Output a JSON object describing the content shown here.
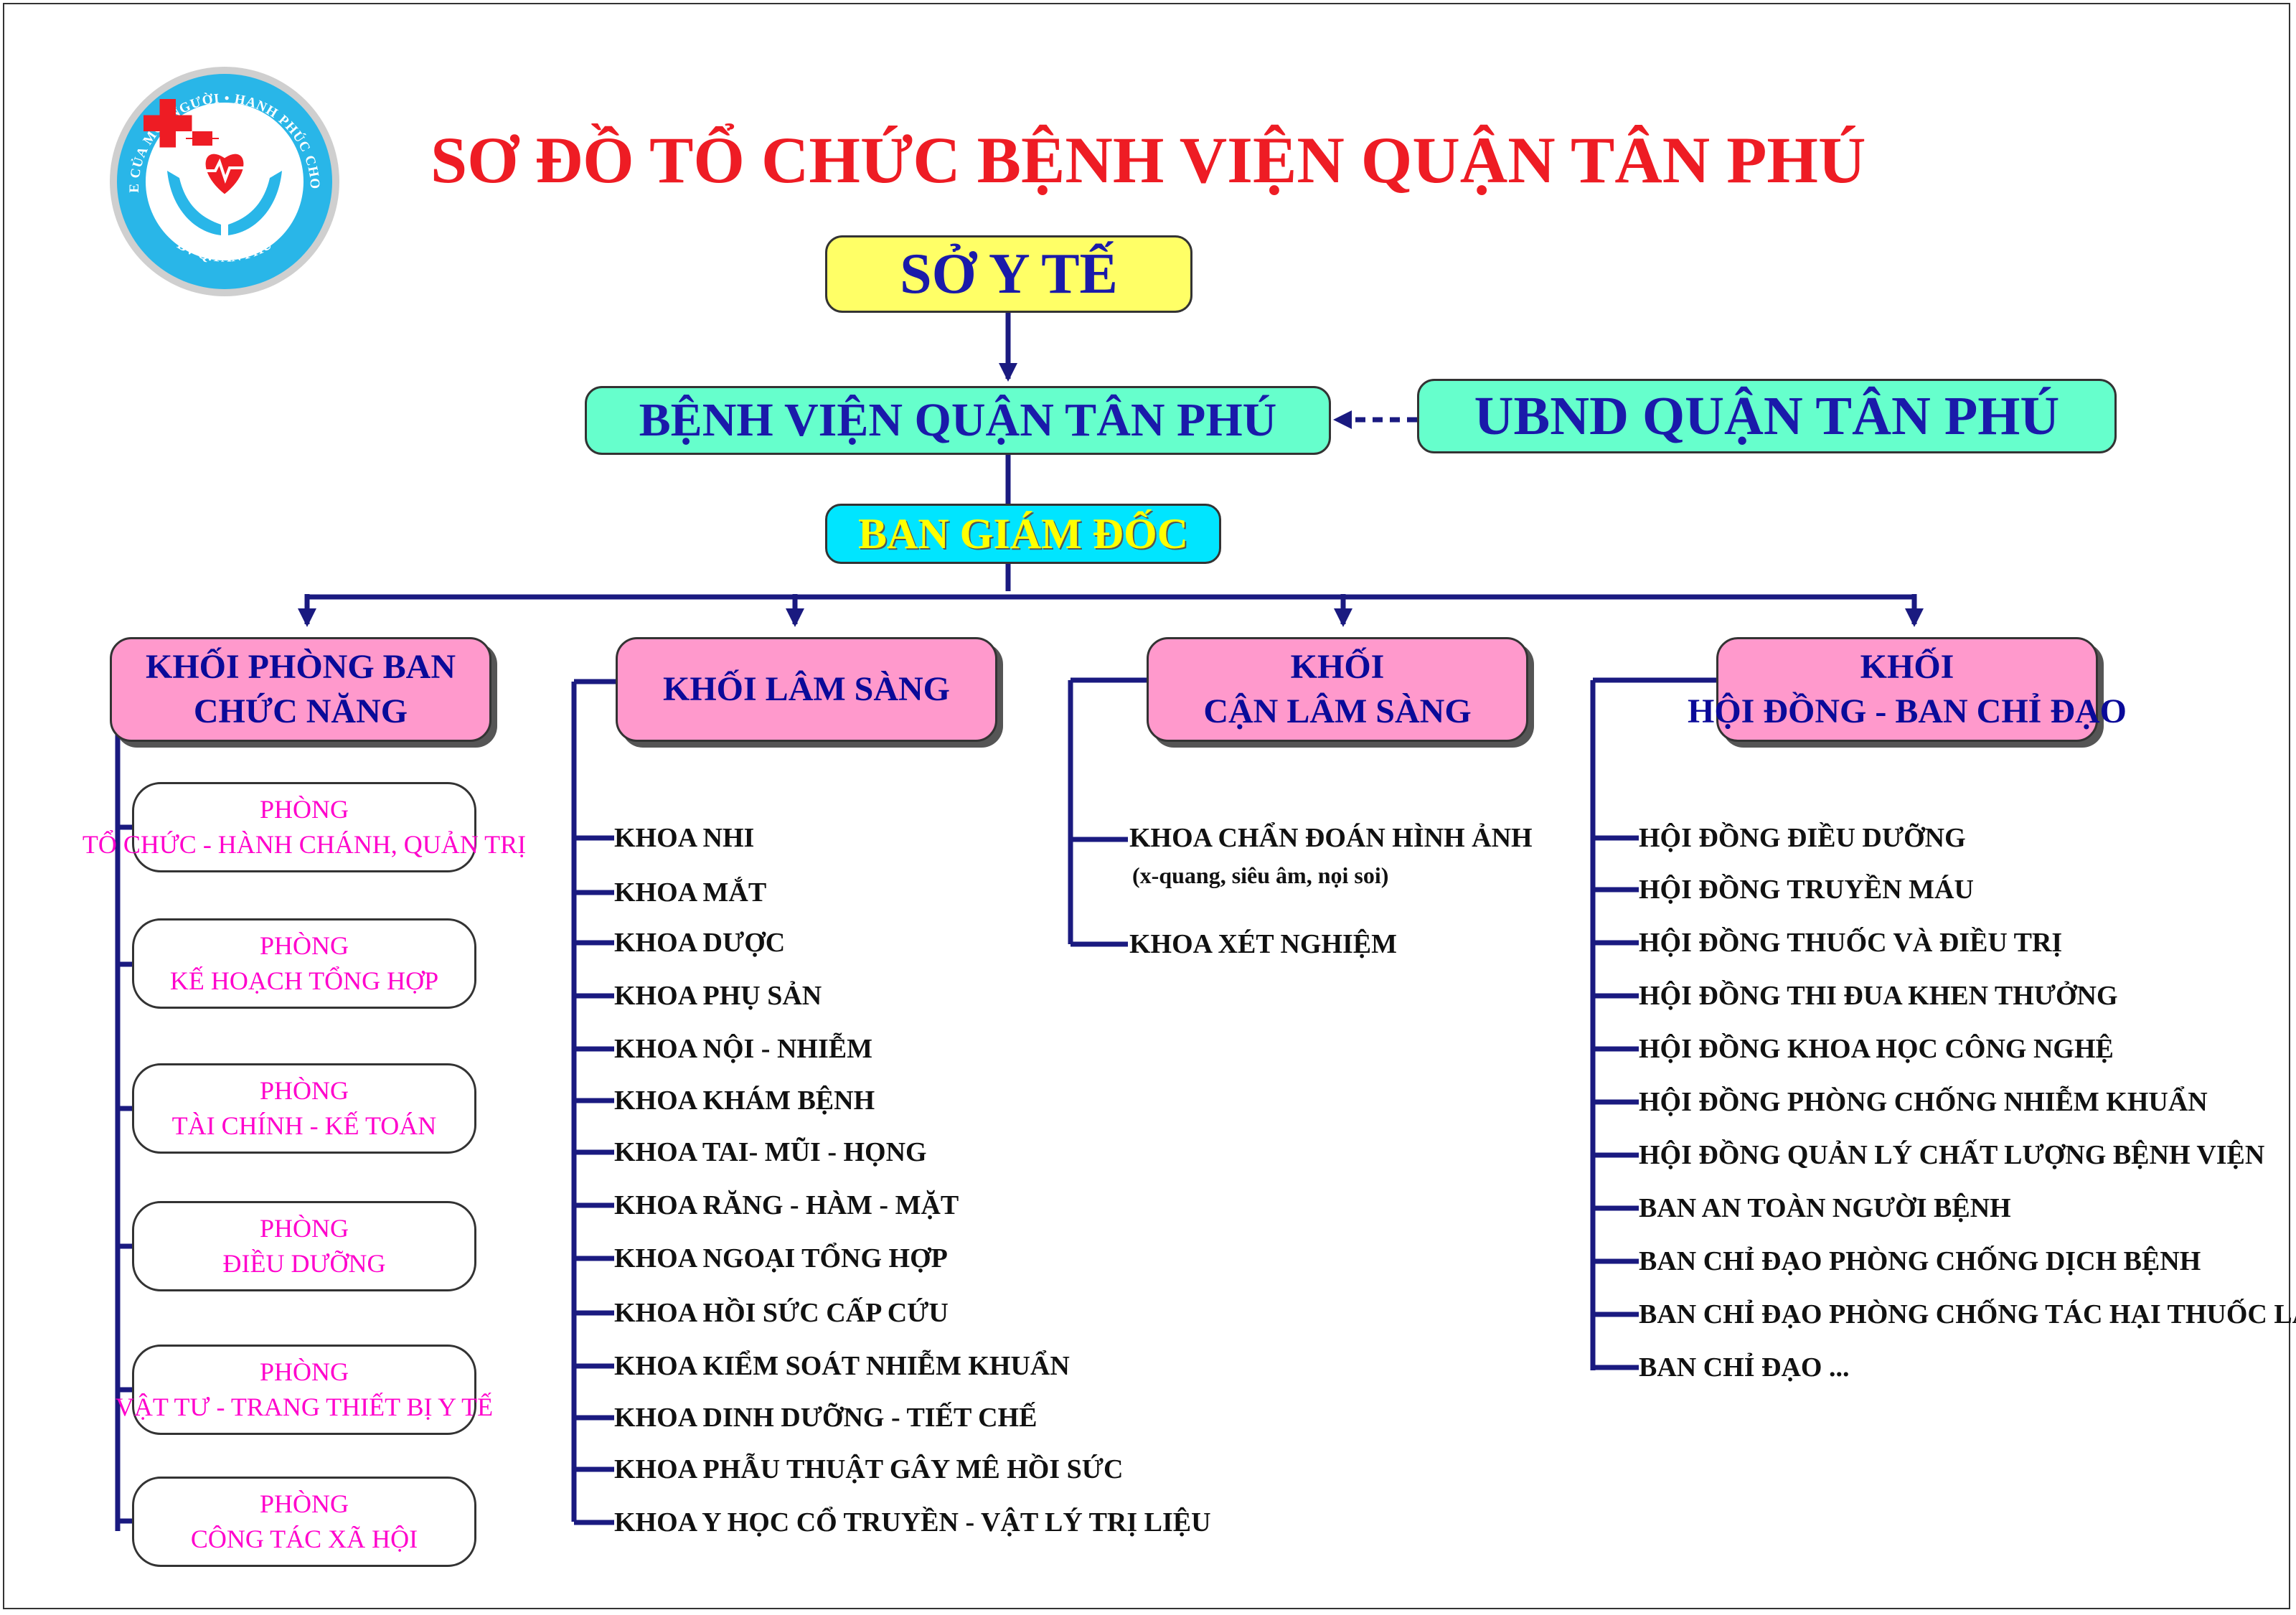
{
  "title": "SƠ ĐỒ TỔ CHỨC BỆNH VIỆN QUẬN TÂN PHÚ",
  "logo": {
    "ring_text_top": "SỨC KHỎE CỦA MỌI NGƯỜI • HẠNH PHÚC CHO MỌI NHÀ",
    "ring_text_bottom": "BV Q.TÂN PHÚ",
    "icon": "hands-heart-cross-icon",
    "colors": {
      "ring": "#29b6e8",
      "hands": "#29b6e8",
      "cross": "#ee1c24"
    }
  },
  "top": {
    "so_y_te": "SỞ Y TẾ",
    "benh_vien": "BỆNH VIỆN QUẬN TÂN PHÚ",
    "ubnd": "UBND QUẬN TÂN PHÚ",
    "ban_giam_doc": "BAN GIÁM ĐỐC"
  },
  "blocks": {
    "phong_ban": {
      "title_line1": "KHỐI PHÒNG BAN",
      "title_line2": "CHỨC NĂNG",
      "items": [
        {
          "line1": "PHÒNG",
          "line2": "TỔ CHỨC - HÀNH CHÁNH, QUẢN TRỊ"
        },
        {
          "line1": "PHÒNG",
          "line2": "KẾ HOẠCH TỔNG HỢP"
        },
        {
          "line1": "PHÒNG",
          "line2": "TÀI CHÍNH - KẾ TOÁN"
        },
        {
          "line1": "PHÒNG",
          "line2": "ĐIỀU DƯỠNG"
        },
        {
          "line1": "PHÒNG",
          "line2": "VẬT TƯ - TRANG THIẾT BỊ Y TẾ"
        },
        {
          "line1": "PHÒNG",
          "line2": "CÔNG TÁC XÃ HỘI"
        }
      ]
    },
    "lam_sang": {
      "title_line1": "KHỐI LÂM SÀNG",
      "items": [
        "KHOA NHI",
        "KHOA MẮT",
        "KHOA DƯỢC",
        "KHOA PHỤ SẢN",
        "KHOA NỘI - NHIỄM",
        "KHOA KHÁM BỆNH",
        "KHOA TAI- MŨI - HỌNG",
        "KHOA RĂNG - HÀM - MẶT",
        "KHOA NGOẠI TỔNG HỢP",
        "KHOA HỒI SỨC CẤP CỨU",
        "KHOA KIỂM SOÁT NHIỄM KHUẨN",
        "KHOA DINH DƯỠNG - TIẾT CHẾ",
        "KHOA PHẪU THUẬT GÂY MÊ HỒI SỨC",
        "KHOA Y HỌC CỔ TRUYỀN - VẬT LÝ TRỊ LIỆU"
      ]
    },
    "can_lam_sang": {
      "title_line1": "KHỐI",
      "title_line2": "CẬN LÂM SÀNG",
      "items": [
        {
          "label": "KHOA CHẨN ĐOÁN HÌNH ẢNH",
          "sub": "(x-quang, siêu âm, nọi soi)"
        },
        {
          "label": "KHOA XÉT NGHIỆM",
          "sub": ""
        }
      ]
    },
    "hoi_dong": {
      "title_line1": "KHỐI",
      "title_line2": "HỘI ĐỒNG - BAN CHỈ ĐẠO",
      "items": [
        "HỘI ĐỒNG ĐIỀU DƯỠNG",
        "HỘI ĐỒNG TRUYỀN MÁU",
        "HỘI ĐỒNG THUỐC VÀ ĐIỀU TRỊ",
        "HỘI ĐỒNG THI ĐUA KHEN THƯỞNG",
        "HỘI ĐỒNG KHOA HỌC CÔNG NGHỆ",
        "HỘI ĐỒNG PHÒNG CHỐNG NHIỄM KHUẨN",
        "HỘI ĐỒNG QUẢN LÝ CHẤT LƯỢNG BỆNH VIỆN",
        "BAN AN TOÀN NGƯỜI BỆNH",
        "BAN CHỈ ĐẠO PHÒNG CHỐNG DỊCH BỆNH",
        "BAN CHỈ ĐẠO PHÒNG CHỐNG TÁC HẠI THUỐC LÁ",
        "BAN CHỈ ĐẠO ..."
      ]
    }
  },
  "colors": {
    "title": "#ee1c24",
    "connector": "#1a1a80",
    "pink_box": "#ff99cc",
    "mint_box": "#66ffcc",
    "yellow_box": "#ffff66",
    "cyan_box": "#00e5ff",
    "room_text": "#ff00cc"
  }
}
